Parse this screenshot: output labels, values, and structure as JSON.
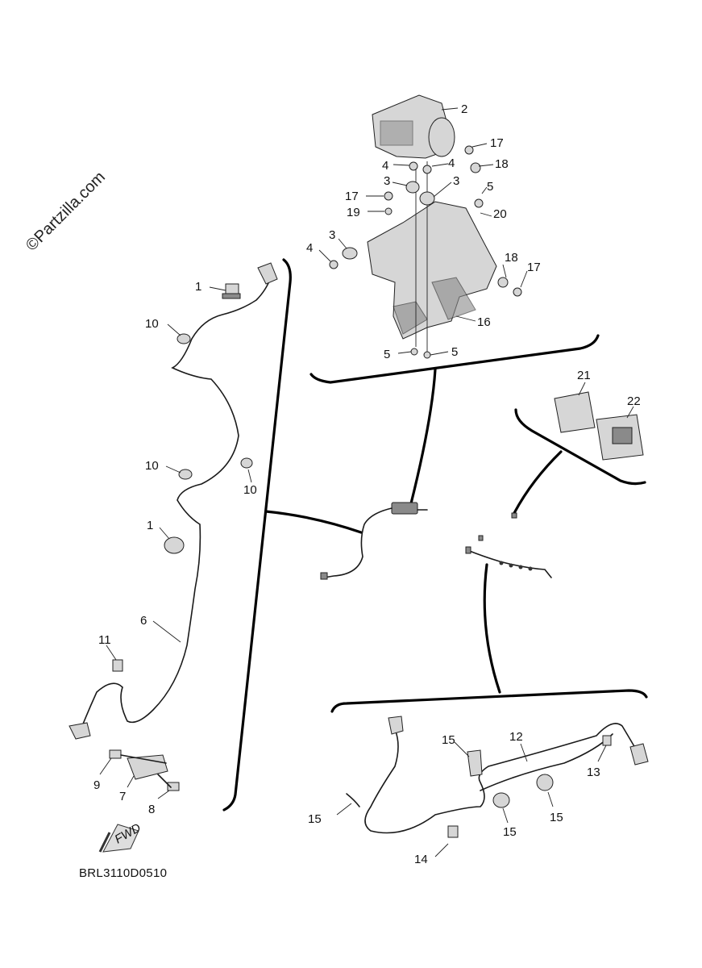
{
  "watermark": "©Partzilla.com",
  "diagram_code": "BRL3110D0510",
  "fwd_label": "FWD",
  "callouts": [
    {
      "id": "c1a",
      "text": "1"
    },
    {
      "id": "c1b",
      "text": "1"
    },
    {
      "id": "c2",
      "text": "2"
    },
    {
      "id": "c3a",
      "text": "3"
    },
    {
      "id": "c3b",
      "text": "3"
    },
    {
      "id": "c3c",
      "text": "3"
    },
    {
      "id": "c4a",
      "text": "4"
    },
    {
      "id": "c4b",
      "text": "4"
    },
    {
      "id": "c4c",
      "text": "4"
    },
    {
      "id": "c5a",
      "text": "5"
    },
    {
      "id": "c5b",
      "text": "5"
    },
    {
      "id": "c5c",
      "text": "5"
    },
    {
      "id": "c6",
      "text": "6"
    },
    {
      "id": "c7",
      "text": "7"
    },
    {
      "id": "c8",
      "text": "8"
    },
    {
      "id": "c9",
      "text": "9"
    },
    {
      "id": "c10a",
      "text": "10"
    },
    {
      "id": "c10b",
      "text": "10"
    },
    {
      "id": "c10c",
      "text": "10"
    },
    {
      "id": "c11",
      "text": "11"
    },
    {
      "id": "c12",
      "text": "12"
    },
    {
      "id": "c13",
      "text": "13"
    },
    {
      "id": "c14",
      "text": "14"
    },
    {
      "id": "c15a",
      "text": "15"
    },
    {
      "id": "c15b",
      "text": "15"
    },
    {
      "id": "c15c",
      "text": "15"
    },
    {
      "id": "c15d",
      "text": "15"
    },
    {
      "id": "c16",
      "text": "16"
    },
    {
      "id": "c17a",
      "text": "17"
    },
    {
      "id": "c17b",
      "text": "17"
    },
    {
      "id": "c17c",
      "text": "17"
    },
    {
      "id": "c18a",
      "text": "18"
    },
    {
      "id": "c18b",
      "text": "18"
    },
    {
      "id": "c19",
      "text": "19"
    },
    {
      "id": "c20",
      "text": "20"
    },
    {
      "id": "c21",
      "text": "21"
    },
    {
      "id": "c22",
      "text": "22"
    }
  ]
}
